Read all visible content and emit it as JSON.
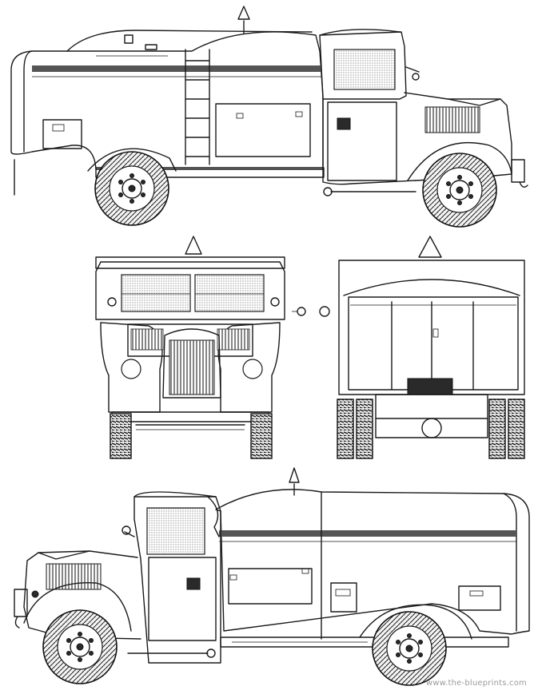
{
  "watermark": "www.the-blueprints.com",
  "views": [
    {
      "id": "side-left"
    },
    {
      "id": "front"
    },
    {
      "id": "rear"
    },
    {
      "id": "side-right"
    }
  ],
  "colors": {
    "ink": "#1a1a1a",
    "paper": "#ffffff",
    "watermark": "#9a9a9a"
  }
}
